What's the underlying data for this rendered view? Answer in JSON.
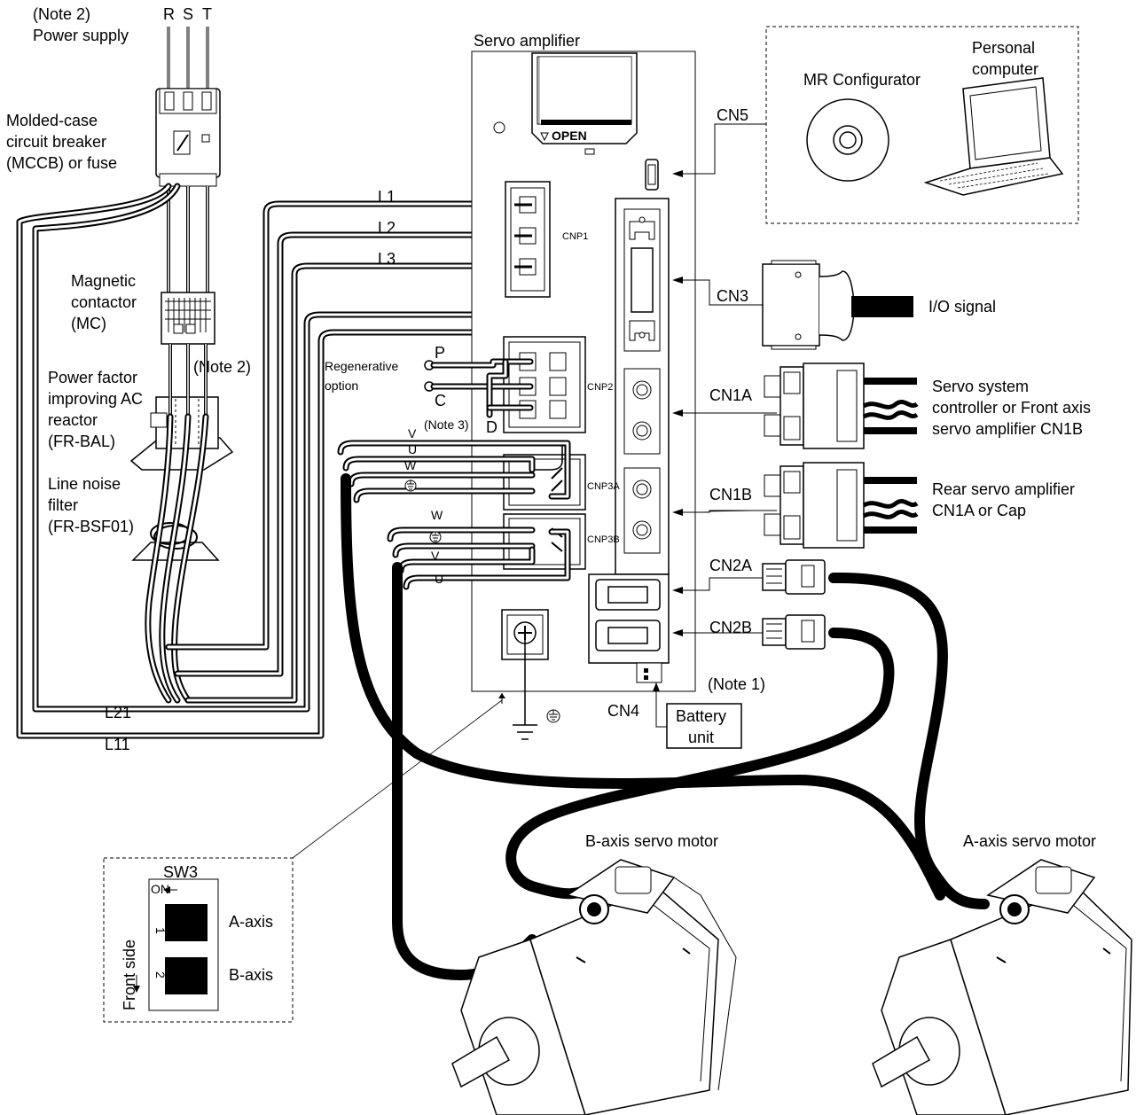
{
  "power": {
    "note2_top": "(Note 2)",
    "supply": "Power supply",
    "phases": [
      "R",
      "S",
      "T"
    ]
  },
  "left_labels": {
    "mccb": [
      "Molded-case",
      "circuit breaker",
      "(MCCB) or fuse"
    ],
    "mc": [
      "Magnetic",
      "contactor",
      "(MC)"
    ],
    "note2": "(Note 2)",
    "reactor": [
      "Power factor",
      "improving AC",
      "reactor",
      "(FR-BAL)"
    ],
    "filter": [
      "Line noise",
      "filter",
      "(FR-BSF01)"
    ]
  },
  "wires": {
    "l1": "L1",
    "l2": "L2",
    "l3": "L3",
    "l21": "L21",
    "l11": "L11"
  },
  "amplifier": {
    "title": "Servo amplifier",
    "open": "OPEN",
    "cnp1": "CNP1",
    "cnp2": "CNP2",
    "cnp3a": "CNP3A",
    "cnp3b": "CNP3B"
  },
  "regen": {
    "label": [
      "Regenerative",
      "option"
    ],
    "p": "P",
    "c": "C",
    "d": "D",
    "note3": "(Note 3)"
  },
  "motor_wires_a": {
    "v": "V",
    "u": "U",
    "w": "W"
  },
  "motor_wires_b": {
    "w": "W",
    "v": "V",
    "u": "U"
  },
  "connectors": {
    "cn5": "CN5",
    "cn3": "CN3",
    "cn1a": "CN1A",
    "cn1b": "CN1B",
    "cn2a": "CN2A",
    "cn2b": "CN2B",
    "cn4": "CN4"
  },
  "right_labels": {
    "mr_configurator": "MR Configurator",
    "pc": [
      "Personal",
      "computer"
    ],
    "io": "I/O signal",
    "cn1a_target": [
      "Servo system",
      "controller or Front axis",
      "servo amplifier CN1B"
    ],
    "cn1b_target": [
      "Rear servo amplifier",
      "CN1A or Cap"
    ],
    "note1": "(Note 1)",
    "battery": [
      "Battery",
      "unit"
    ]
  },
  "motors": {
    "b_axis": "B-axis servo motor",
    "a_axis": "A-axis servo motor"
  },
  "sw3": {
    "title": "SW3",
    "on": "ON",
    "front_side": "Front side",
    "pos1": "1",
    "pos2": "2",
    "a_axis": "A-axis",
    "b_axis": "B-axis"
  }
}
